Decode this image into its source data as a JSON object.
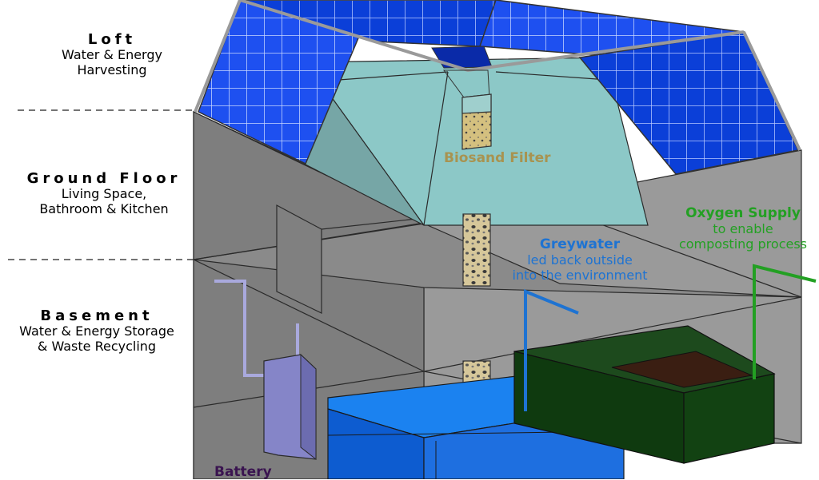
{
  "levels": [
    {
      "title": "Loft",
      "lines": [
        "Water & Energy",
        "Harvesting"
      ]
    },
    {
      "title": "Ground Floor",
      "lines": [
        "Living Space,",
        "Bathroom & Kitchen"
      ]
    },
    {
      "title": "Basement",
      "lines": [
        "Water & Energy Storage",
        "& Waste Recycling"
      ]
    }
  ],
  "callouts": {
    "biosand": {
      "title": "Biosand Filter"
    },
    "greywater": {
      "title": "Greywater",
      "lines": [
        "led back outside",
        "into the environment"
      ]
    },
    "oxygen": {
      "title": "Oxygen Supply",
      "lines": [
        "to enable",
        "composting process"
      ]
    },
    "battery": {
      "title": "Battery"
    }
  },
  "colors": {
    "biosand": "#a89350",
    "greywater": "#1e73d2",
    "oxygen": "#23a023",
    "battery": "#3a1450",
    "solar_panel": "#1e4ff0",
    "loft_wall": "#8fc9c8",
    "house_wall": "#7d7d7d",
    "water_tank": "#1e6fe0",
    "compost_bin": "#0f3a0f"
  }
}
